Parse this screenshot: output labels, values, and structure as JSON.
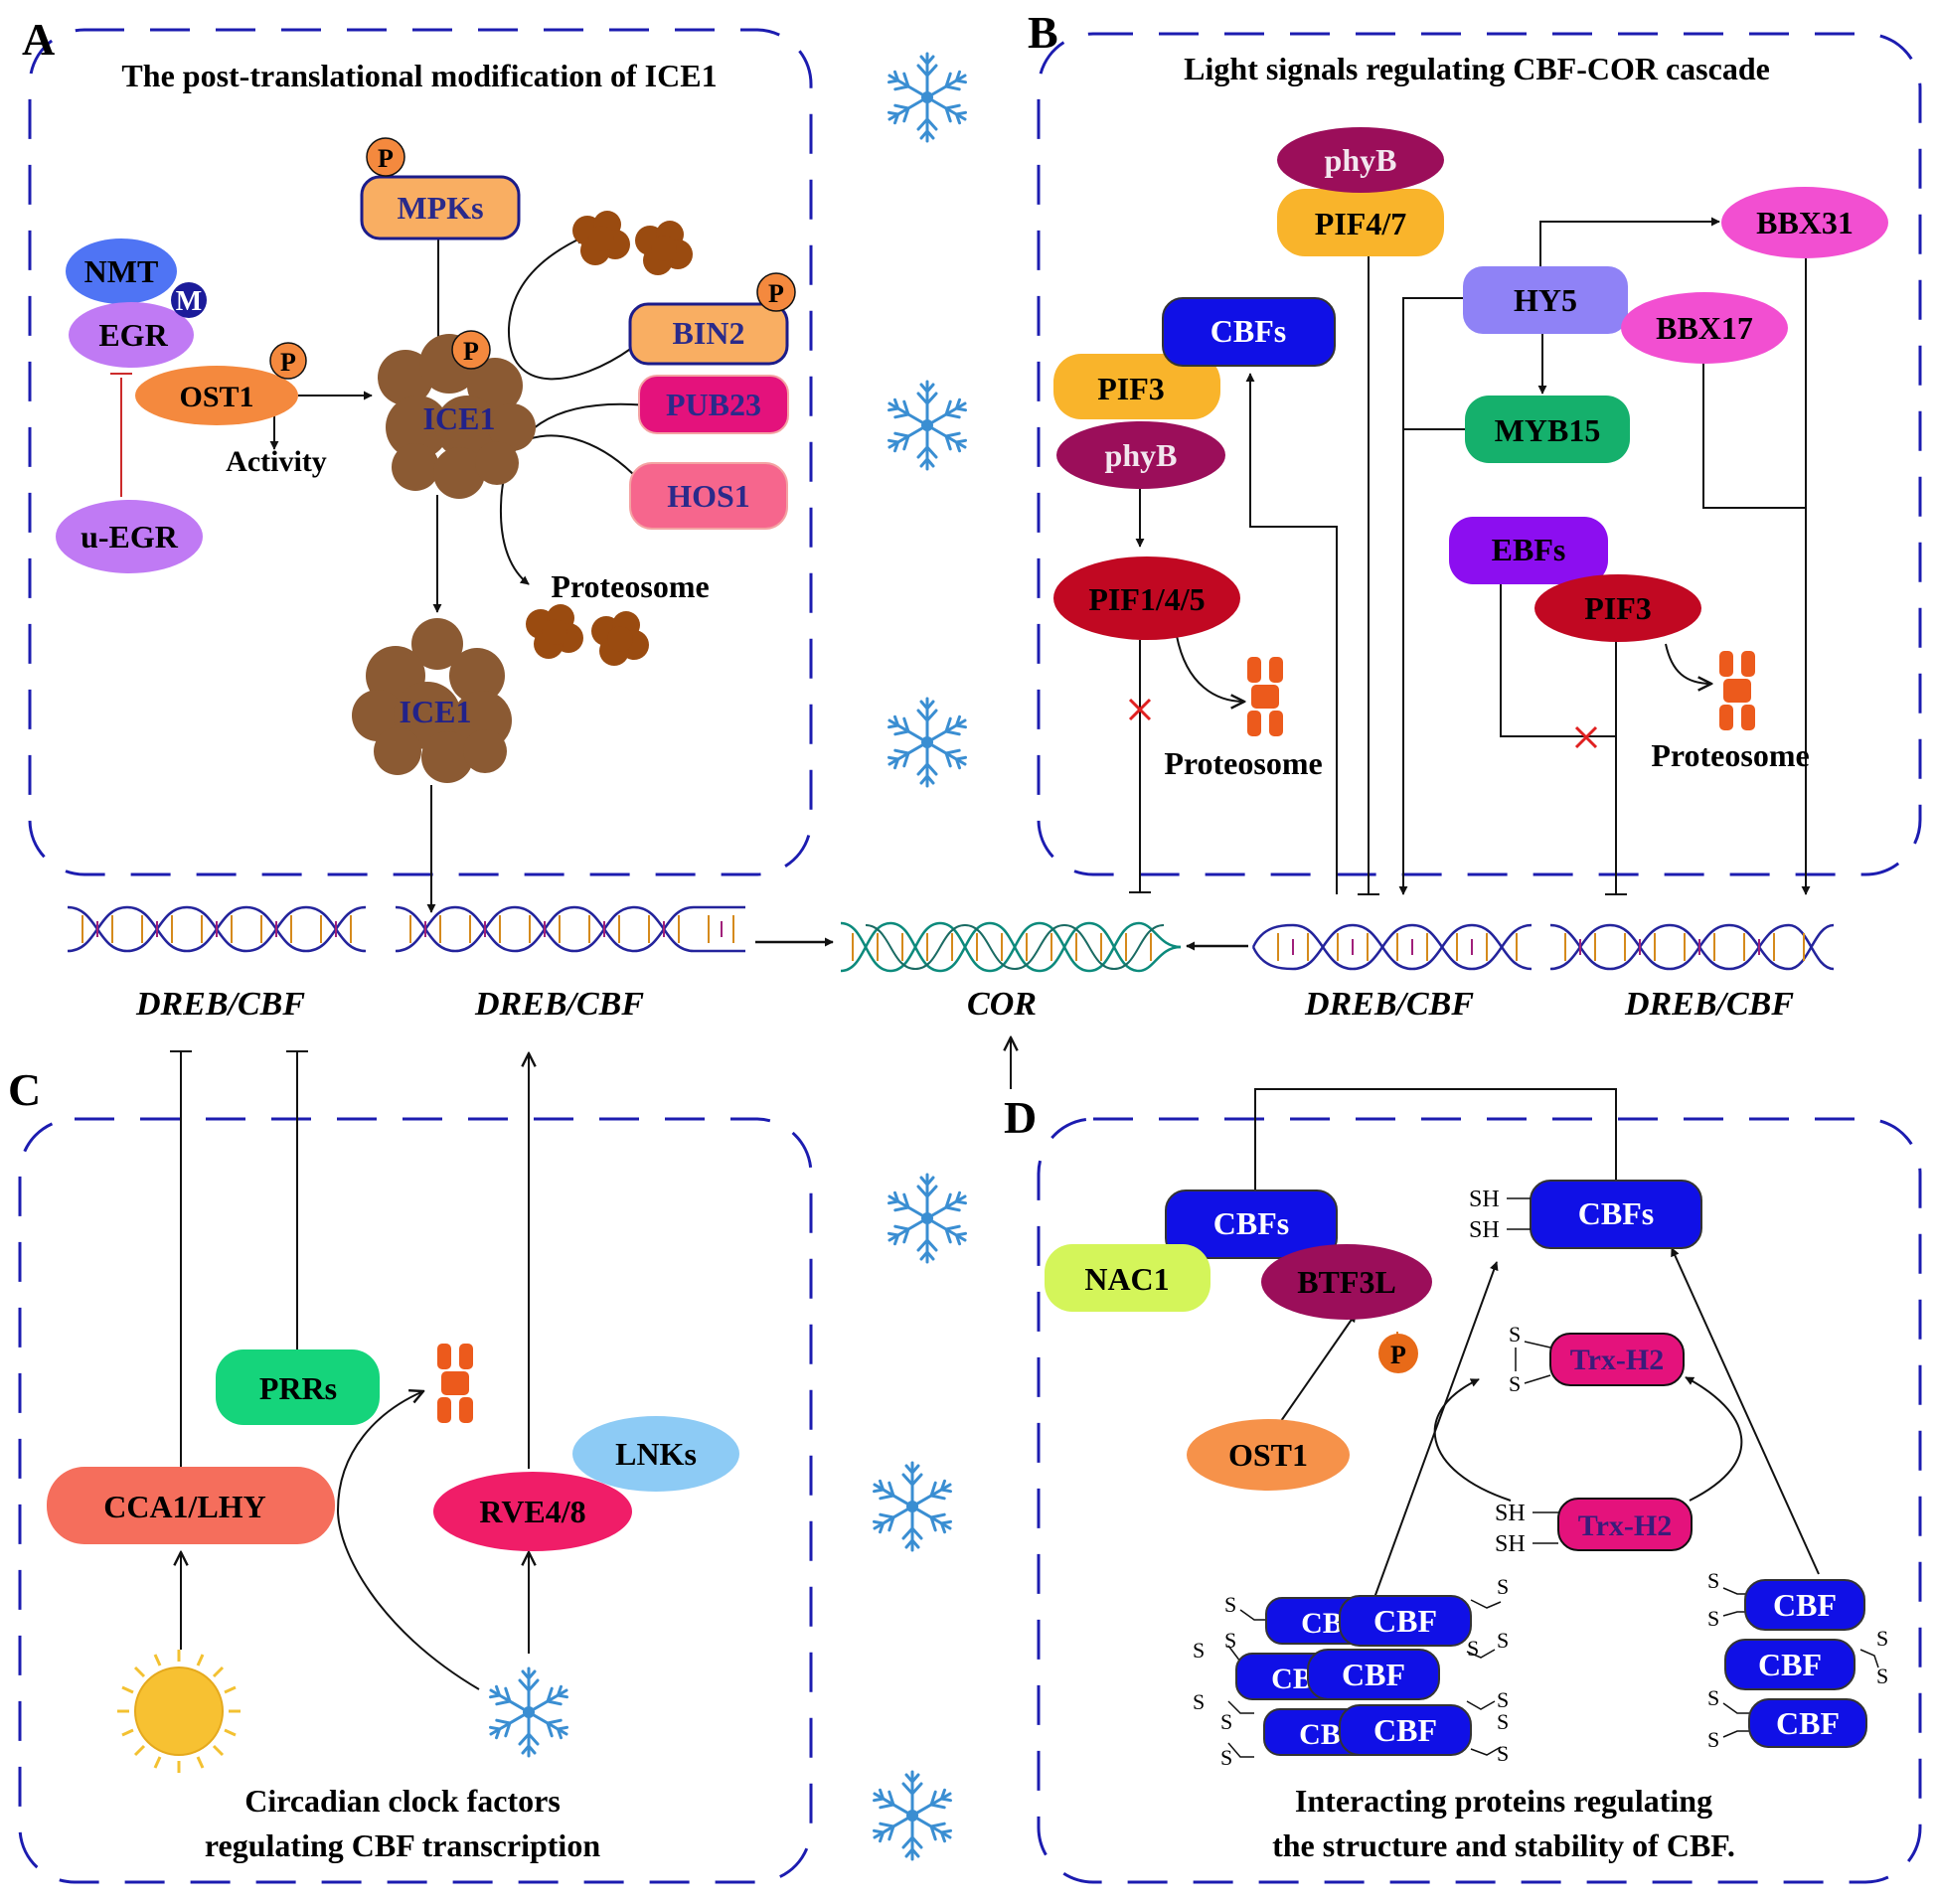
{
  "panel_a": {
    "letter": "A",
    "title": "The post-translational modification of ICE1",
    "nmt": "NMT",
    "m_badge": "M",
    "egr": "EGR",
    "u_egr": "u-EGR",
    "ost1": "OST1",
    "activity": "Activity",
    "mpks": "MPKs",
    "ice1_top": "ICE1",
    "ice1_bottom": "ICE1",
    "bin2": "BIN2",
    "pub23": "PUB23",
    "hos1": "HOS1",
    "proteosome": "Proteosome",
    "p_badge": "P"
  },
  "panel_b": {
    "letter": "B",
    "title": "Light signals regulating CBF-COR cascade",
    "phyb_top": "phyB",
    "pif47": "PIF4/7",
    "cbfs": "CBFs",
    "pif3_left": "PIF3",
    "phyb_left": "phyB",
    "pif145": "PIF1/4/5",
    "proteosome_left": "Proteosome",
    "hy5": "HY5",
    "myb15": "MYB15",
    "bbx31": "BBX31",
    "bbx17": "BBX17",
    "ebfs": "EBFs",
    "pif3_right": "PIF3",
    "proteosome_right": "Proteosome"
  },
  "dna_row": {
    "labels": [
      "DREB/CBF",
      "DREB/CBF",
      "COR",
      "DREB/CBF",
      "DREB/CBF"
    ]
  },
  "panel_c": {
    "letter": "C",
    "title_line1": "Circadian clock factors",
    "title_line2": "regulating CBF transcription",
    "prrs": "PRRs",
    "cca1": "CCA1/LHY",
    "rve48": "RVE4/8",
    "lnks": "LNKs"
  },
  "panel_d": {
    "letter": "D",
    "title_line1": "Interacting proteins regulating",
    "title_line2": "the structure and stability of CBF.",
    "cbfs_left": "CBFs",
    "nac1": "NAC1",
    "btf3l": "BTF3L",
    "p_badge": "P",
    "ost1": "OST1",
    "cbfs_right": "CBFs",
    "sh": "SH",
    "s": "S",
    "trx_oxidized": "Trx-H2",
    "trx_reduced": "Trx-H2",
    "cbf": "CBF",
    "cb_truncated": "CB"
  },
  "colors": {
    "border": "#1c1cb0",
    "cbf_blue": "#1010e6",
    "ice1_brown": "#8b5a33",
    "proteasome_brown": "#9a4b10",
    "proteasome_orange": "#ec5a1c",
    "snowflake": "#3a8ed2"
  }
}
